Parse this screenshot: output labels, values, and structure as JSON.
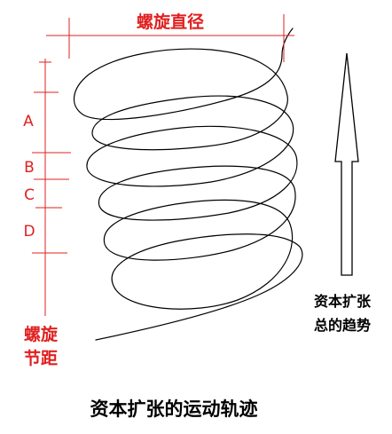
{
  "diagram": {
    "title": "资本扩张的运动轨迹",
    "diameter_label": "螺旋直径",
    "segment_labels": [
      "A",
      "B",
      "C",
      "D"
    ],
    "pitch_label": [
      "螺旋",
      "节距"
    ],
    "trend_label": [
      "资本扩张",
      "总的趋势"
    ]
  },
  "colors": {
    "annotation": "#e02020",
    "curve": "#000000",
    "arrow": "#000000",
    "background": "#ffffff"
  }
}
